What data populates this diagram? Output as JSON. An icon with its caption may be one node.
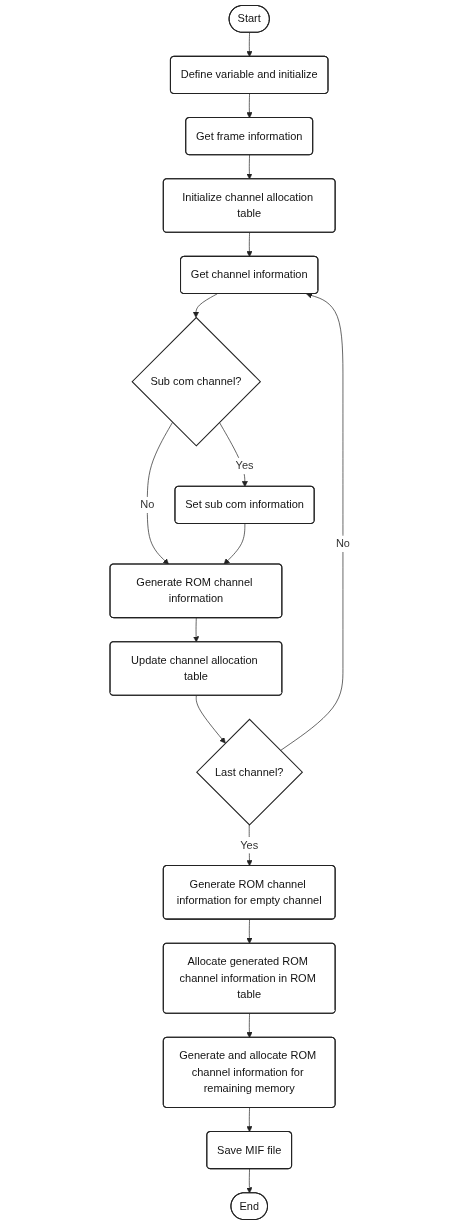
{
  "diagram": {
    "nodes": [
      {
        "text": [
          "Start"
        ]
      },
      {
        "text": [
          "Define variable and initialize"
        ]
      },
      {
        "text": [
          "Get frame information"
        ]
      },
      {
        "text": [
          "Initialize channel allocation table"
        ]
      },
      {
        "text": [
          "Get channel information"
        ]
      },
      {
        "text": [
          "Sub com channel?"
        ]
      },
      {
        "text": [
          "Set sub com information"
        ]
      },
      {
        "text": [
          "Generate ROM channel information"
        ]
      },
      {
        "text": [
          "Update channel allocation table"
        ]
      },
      {
        "text": [
          "Last channel?"
        ]
      },
      {
        "text": [
          "Generate ROM channel information for empty channel"
        ]
      },
      {
        "text": [
          "Allocate generated ROM channel information in ROM table"
        ]
      },
      {
        "text": [
          "Generate and allocate ROM channel information for remaining memory"
        ]
      },
      {
        "text": [
          "Save MIF file"
        ]
      },
      {
        "text": [
          "End"
        ]
      }
    ],
    "edges": [
      {
        "from": 0,
        "to": 1,
        "arrow": "to"
      },
      {
        "from": 1,
        "to": 2,
        "arrow": "to"
      },
      {
        "from": 2,
        "to": 3,
        "arrow": "to"
      },
      {
        "from": 3,
        "to": 4,
        "arrow": "to"
      },
      {
        "from": 4,
        "to": 5,
        "arrow": "to"
      },
      {
        "from": 5,
        "to": 6,
        "arrow": "to",
        "label": "Yes"
      },
      {
        "from": 5,
        "to": 7,
        "arrow": "to",
        "label": "No"
      },
      {
        "from": 6,
        "to": 7,
        "arrow": "to"
      },
      {
        "from": 7,
        "to": 8,
        "arrow": "to"
      },
      {
        "from": 8,
        "to": 9,
        "arrow": "to"
      },
      {
        "from": 9,
        "to": 4,
        "arrow": "to",
        "label": "No"
      },
      {
        "from": 9,
        "to": 10,
        "arrow": "to",
        "label": "Yes"
      },
      {
        "from": 10,
        "to": 11,
        "arrow": "to"
      },
      {
        "from": 11,
        "to": 12,
        "arrow": "to"
      },
      {
        "from": 12,
        "to": 13,
        "arrow": "to"
      },
      {
        "from": 13,
        "to": 14,
        "arrow": "to"
      }
    ]
  }
}
